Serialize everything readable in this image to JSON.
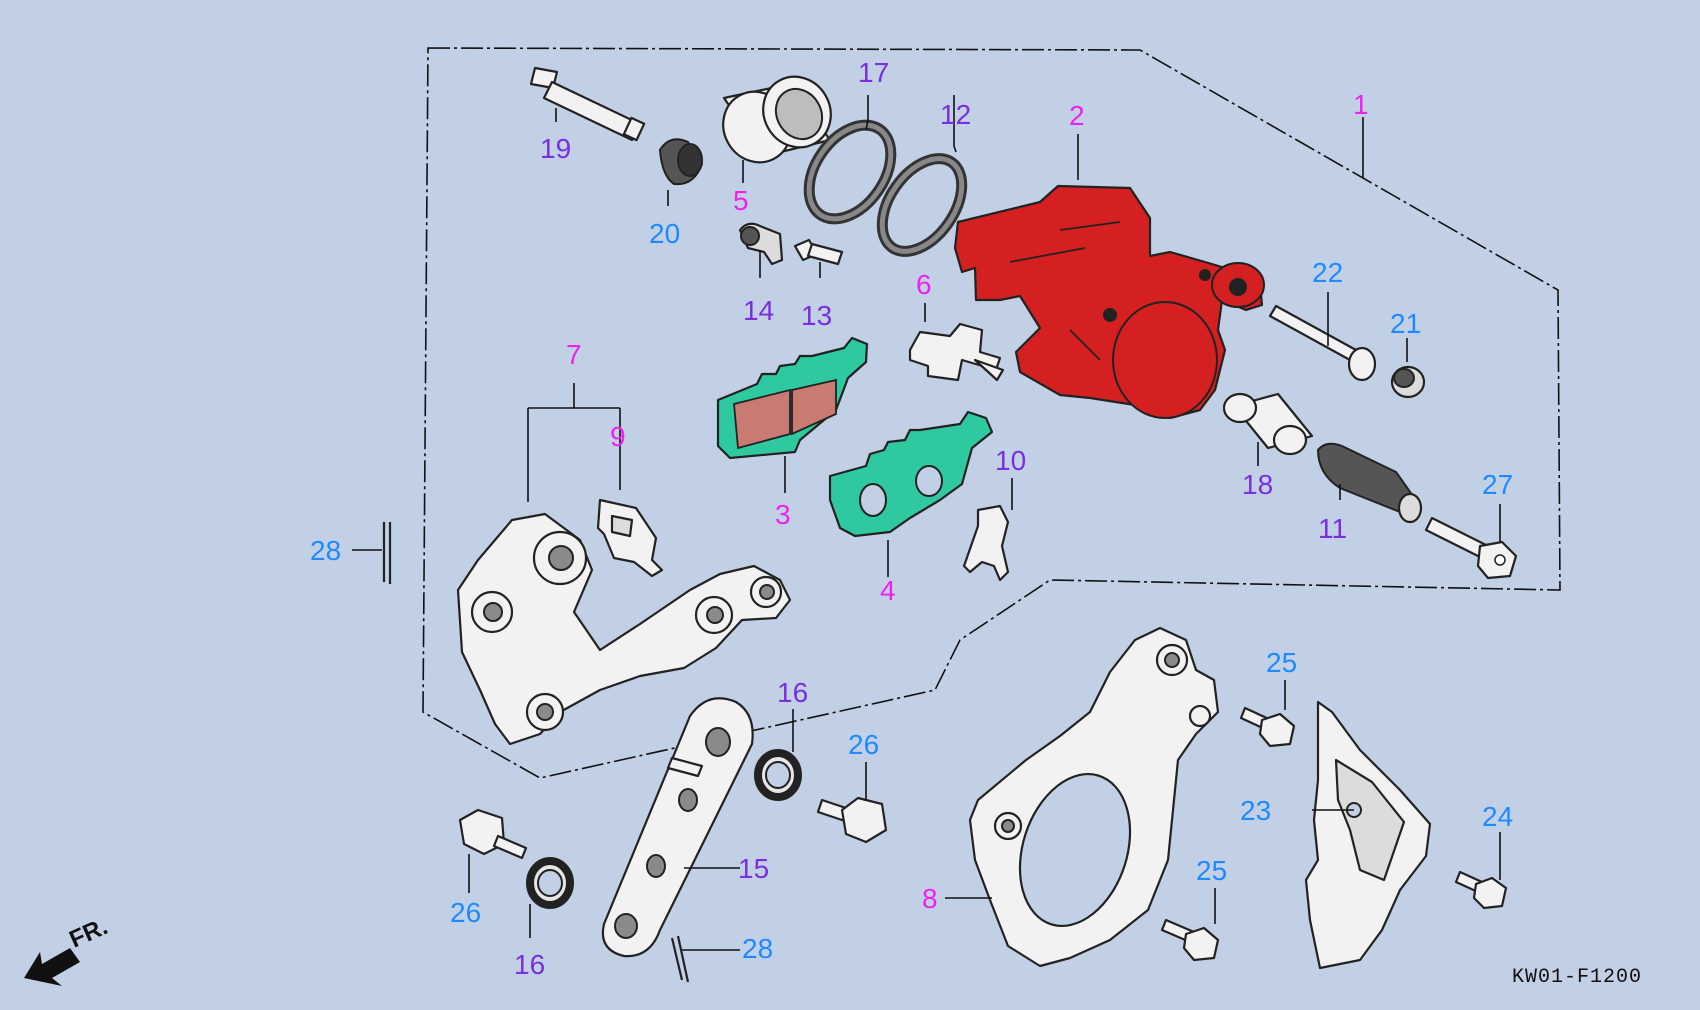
{
  "diagram": {
    "drawing_code": "KW01-F1200",
    "direction_label": "FR.",
    "colors": {
      "background": "#c2d0e6",
      "caliper": "#d42020",
      "pad": "#2ec9a0",
      "pad_lining": "#c97a72",
      "label_magenta": "#ee22ee",
      "label_purple": "#7a2ee0",
      "label_blue": "#1f8aff"
    },
    "callouts": {
      "c1": "1",
      "c2": "2",
      "c3": "3",
      "c4": "4",
      "c5": "5",
      "c6": "6",
      "c7": "7",
      "c8": "8",
      "c9": "9",
      "c10": "10",
      "c11": "11",
      "c12": "12",
      "c13": "13",
      "c14": "14",
      "c15": "15",
      "c16a": "16",
      "c16b": "16",
      "c17": "17",
      "c18": "18",
      "c19": "19",
      "c20": "20",
      "c21": "21",
      "c22": "22",
      "c23": "23",
      "c24": "24",
      "c25a": "25",
      "c25b": "25",
      "c26a": "26",
      "c26b": "26",
      "c27": "27",
      "c28a": "28",
      "c28b": "28"
    }
  }
}
